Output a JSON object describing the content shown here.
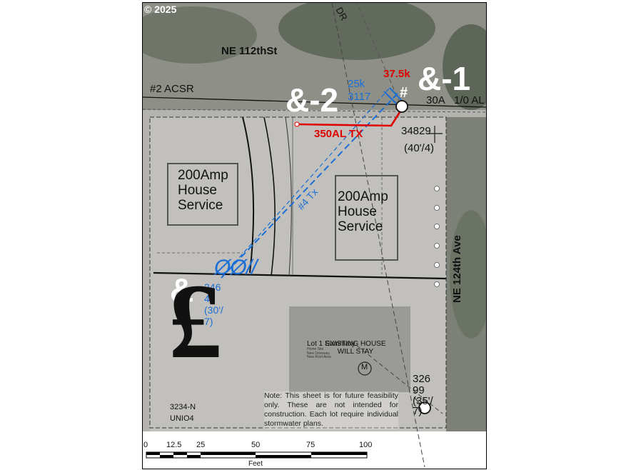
{
  "copyright": "© 2025",
  "streets": {
    "north": "NE 112thSt",
    "east": "NE 124th Ave",
    "corner_cut": "DR"
  },
  "line_labels": {
    "conductor_west": "#2 ACSR",
    "fuse": "30A",
    "conductor_east": "1/0 AL"
  },
  "poles": {
    "pole1": {
      "symbol": "&-1",
      "number": "34829",
      "height": "(40'/4)"
    },
    "pole2": {
      "symbol": "&-2"
    },
    "pole_south": {
      "number_a": "326",
      "number_b": "99",
      "height": "(35'/",
      "height_b": "7)"
    }
  },
  "transformers": {
    "existing_kva": "37.5k",
    "hash": "#",
    "proposed_kva": "25k",
    "proposed_id": "3117",
    "secondary": "350AL TX",
    "service_drop": "#4 Tx"
  },
  "services": {
    "west": "200Amp House Service",
    "east": "200Amp House Service"
  },
  "handhole": {
    "symbol": "ØØ//",
    "number": "246",
    "number_b": "47",
    "height": "(30'/",
    "height_b": "7)"
  },
  "big_symbols": {
    "pound": "£",
    "ampersand": "&"
  },
  "lot1": {
    "title": "Lot 1 Summary",
    "lines": [
      "Home Site",
      "New Driveway",
      "New Roof Area"
    ],
    "status": "EXISTING HOUSE WILL STAY"
  },
  "meter": "M",
  "note": "Note: This sheet is for future feasibility only. These are not intended for construction. Each lot require individual stormwater plans.",
  "bottom_left": {
    "line1": "3234-N",
    "line2": "UNIO4"
  },
  "scale": {
    "ticks": [
      0,
      12.5,
      25,
      50,
      75,
      100
    ],
    "unit": "Feet"
  },
  "colors": {
    "primary_line": "#111111",
    "proposed": "#1a6fd6",
    "secondary": "#e00000"
  }
}
